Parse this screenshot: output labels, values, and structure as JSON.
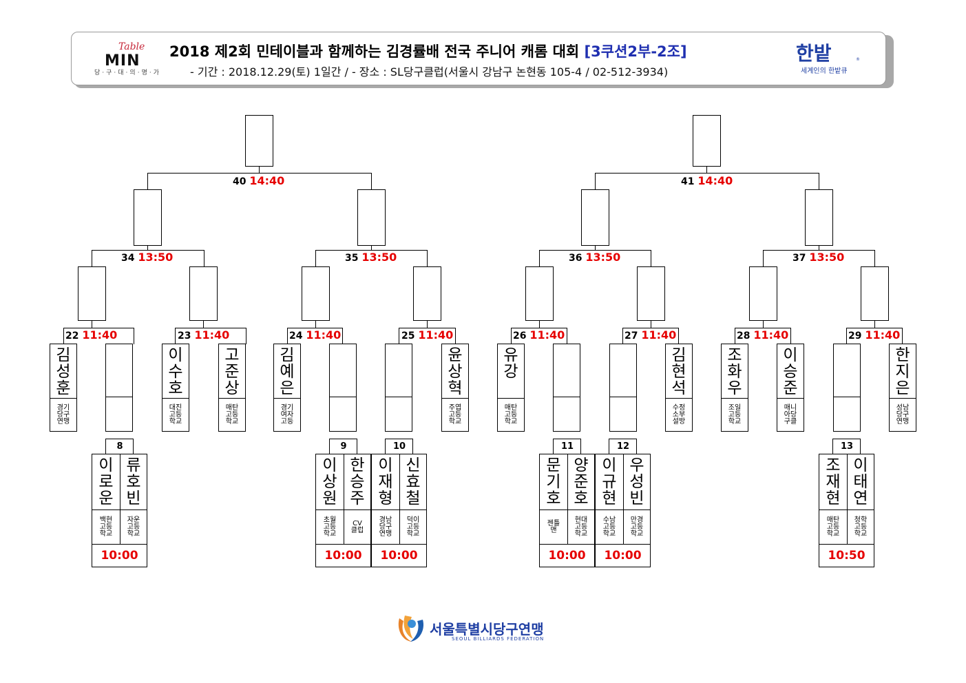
{
  "header": {
    "title": "2018 제2회 민테이블과 함께하는 김경률배 전국 주니어 캐롬 대회",
    "group": "[3쿠션2부-2조]",
    "subtitle": "- 기간 : 2018.12.29(토) 1일간 / - 장소 : SL당구클럽(서울시 강남구 논현동 105-4 / 02-512-3934)",
    "logo_left": {
      "script": "Table",
      "brand": "MIN",
      "caption": "당·구·대·의·명·가"
    },
    "logo_right": {
      "brand": "한밭",
      "reg": "®",
      "caption": "세계인의 한밭큐"
    }
  },
  "matches": {
    "m40": {
      "num": "40",
      "time": "14:40"
    },
    "m41": {
      "num": "41",
      "time": "14:40"
    },
    "m34": {
      "num": "34",
      "time": "13:50"
    },
    "m35": {
      "num": "35",
      "time": "13:50"
    },
    "m36": {
      "num": "36",
      "time": "13:50"
    },
    "m37": {
      "num": "37",
      "time": "13:50"
    },
    "m22": {
      "num": "22",
      "time": "11:40"
    },
    "m23": {
      "num": "23",
      "time": "11:40"
    },
    "m24": {
      "num": "24",
      "time": "11:40"
    },
    "m25": {
      "num": "25",
      "time": "11:40"
    },
    "m26": {
      "num": "26",
      "time": "11:40"
    },
    "m27": {
      "num": "27",
      "time": "11:40"
    },
    "m28": {
      "num": "28",
      "time": "11:40"
    },
    "m29": {
      "num": "29",
      "time": "11:40"
    }
  },
  "seeds": [
    {
      "id": "s22a",
      "name": "김성훈",
      "aff": [
        "경기",
        "당구",
        "연맹"
      ]
    },
    {
      "id": "s23a",
      "name": "이수호",
      "aff": [
        "대진",
        "고등",
        "학교"
      ]
    },
    {
      "id": "s23b",
      "name": "고준상",
      "aff": [
        "매탄",
        "고등",
        "학교"
      ]
    },
    {
      "id": "s24a",
      "name": "김예은",
      "aff": [
        "경기",
        "여자",
        "고등"
      ]
    },
    {
      "id": "s25b",
      "name": "윤상혁",
      "aff": [
        "주엽",
        "고등",
        "학교"
      ]
    },
    {
      "id": "s26a",
      "name": "유강",
      "aff": [
        "매탄",
        "고등",
        "학교"
      ]
    },
    {
      "id": "s27b",
      "name": "김현석",
      "aff": [
        "수정",
        "소부",
        "설방"
      ]
    },
    {
      "id": "s28a",
      "name": "조화우",
      "aff": [
        "조일",
        "고등",
        "학교"
      ]
    },
    {
      "id": "s28b",
      "name": "이승준",
      "aff": [
        "매니",
        "아당",
        "구클"
      ]
    },
    {
      "id": "s29b",
      "name": "한지은",
      "aff": [
        "성남",
        "당구",
        "연맹"
      ]
    }
  ],
  "first_round": [
    {
      "num": "8",
      "time": "10:00",
      "p1": {
        "name": "이로운",
        "aff": [
          "백현",
          "고등",
          "학교"
        ]
      },
      "p2": {
        "name": "류호빈",
        "aff": [
          "자운",
          "고등",
          "학교"
        ]
      }
    },
    {
      "num": "9",
      "time": "10:00",
      "p1": {
        "name": "이상원",
        "aff": [
          "초월",
          "고등",
          "학교"
        ]
      },
      "p2": {
        "name": "한승주",
        "aff": [
          "CV",
          "클럽"
        ]
      }
    },
    {
      "num": "10",
      "time": "10:00",
      "p1": {
        "name": "이재형",
        "aff": [
          "경남",
          "당구",
          "연맹"
        ]
      },
      "p2": {
        "name": "신효철",
        "aff": [
          "덕이",
          "고등",
          "학교"
        ]
      }
    },
    {
      "num": "11",
      "time": "10:00",
      "p1": {
        "name": "문기호",
        "aff": [
          "젠틀",
          "맨"
        ]
      },
      "p2": {
        "name": "양준호",
        "aff": [
          "현대",
          "고등",
          "학교"
        ]
      }
    },
    {
      "num": "12",
      "time": "10:00",
      "p1": {
        "name": "이규현",
        "aff": [
          "수남",
          "고등",
          "학교"
        ]
      },
      "p2": {
        "name": "우성빈",
        "aff": [
          "만경",
          "고등",
          "학교"
        ]
      }
    },
    {
      "num": "13",
      "time": "10:50",
      "p1": {
        "name": "조재현",
        "aff": [
          "매탄",
          "고등",
          "학교"
        ]
      },
      "p2": {
        "name": "이태연",
        "aff": [
          "청학",
          "고등",
          "학교"
        ]
      }
    }
  ],
  "footer": {
    "name": "서울특별시당구연맹",
    "en": "SEOUL BILLIARDS FEDERATION"
  }
}
